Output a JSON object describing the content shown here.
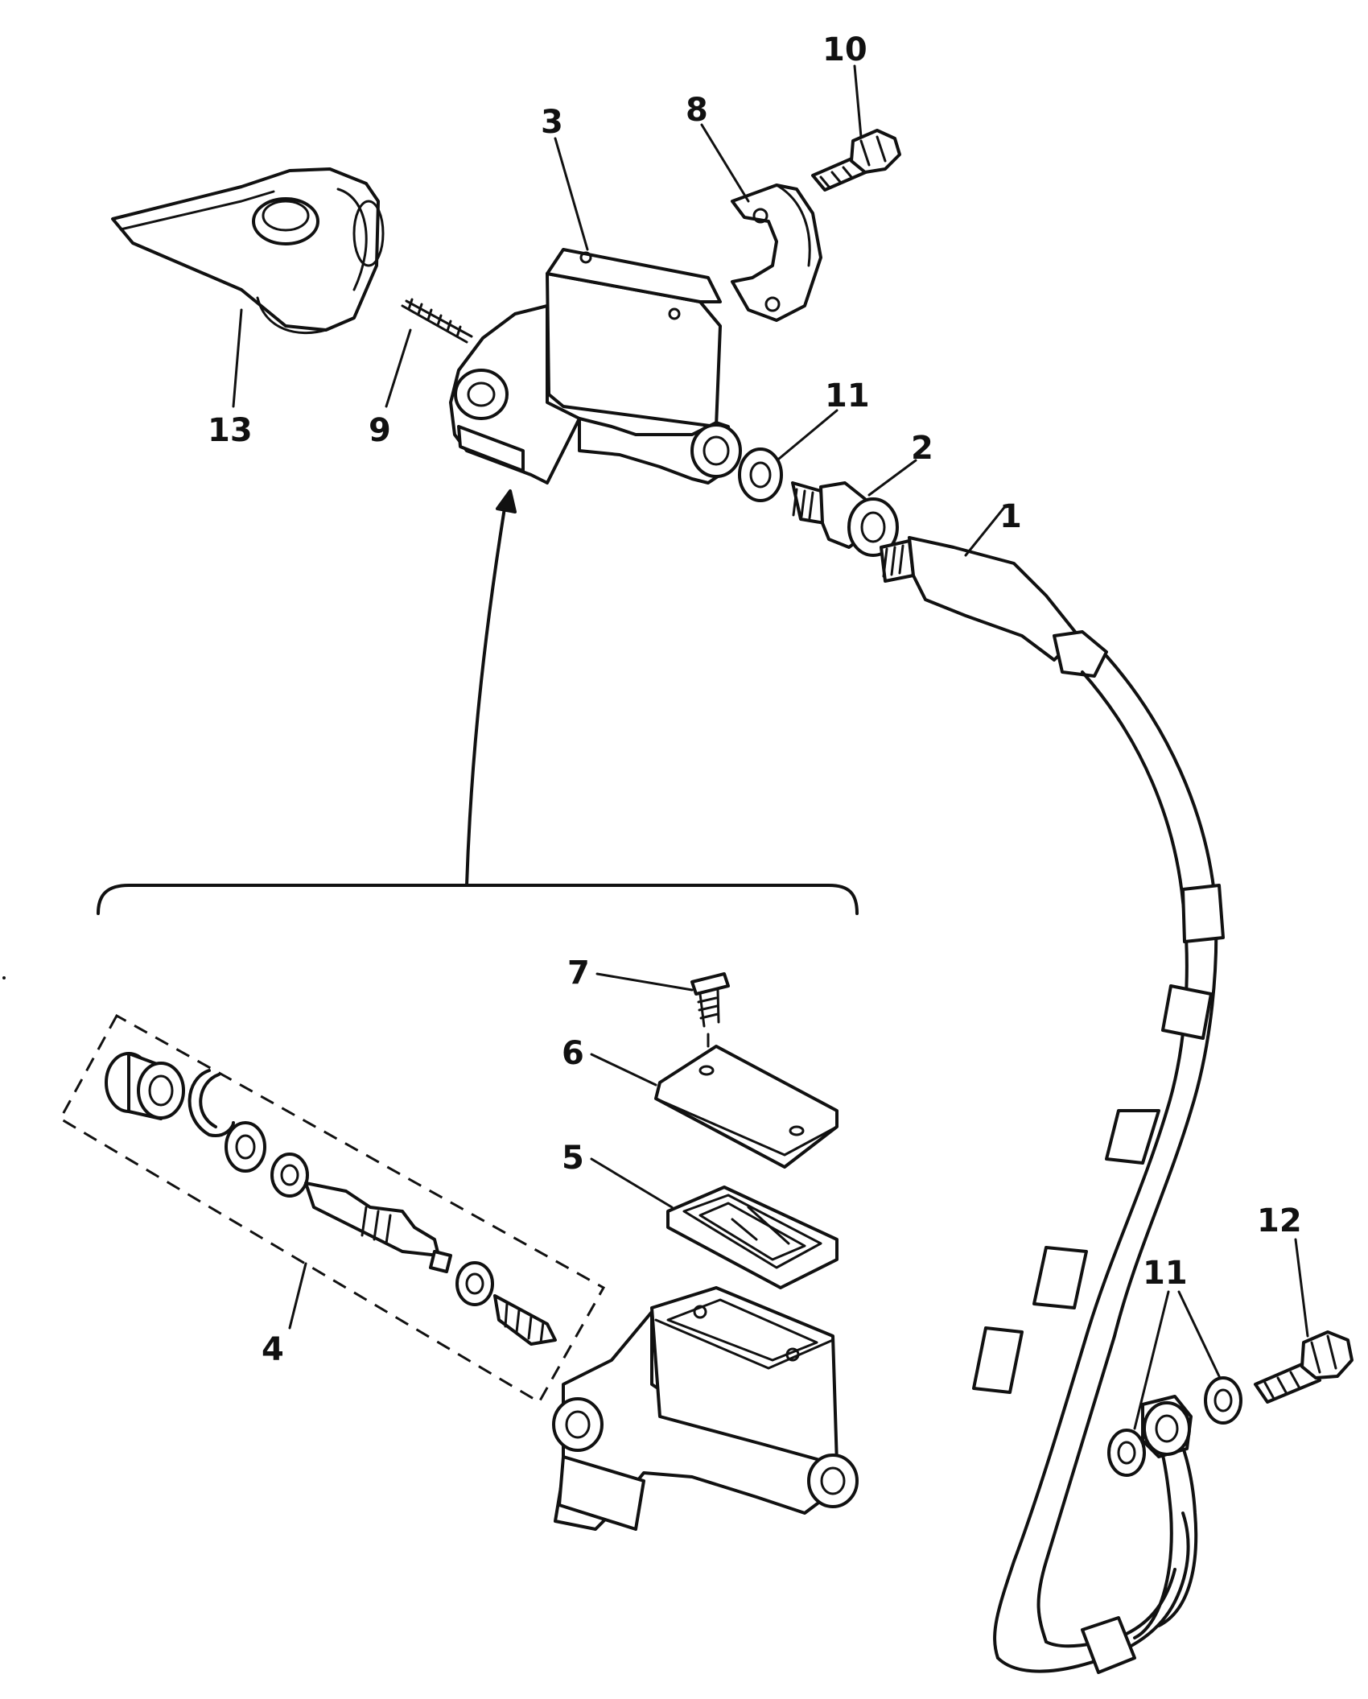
{
  "callouts": {
    "c1": "1",
    "c2": "2",
    "c3": "3",
    "c4": "4",
    "c5": "5",
    "c6": "6",
    "c7": "7",
    "c8": "8",
    "c9": "9",
    "c10": "10",
    "c11a": "11",
    "c11b": "11",
    "c12": "12",
    "c13": "13"
  }
}
